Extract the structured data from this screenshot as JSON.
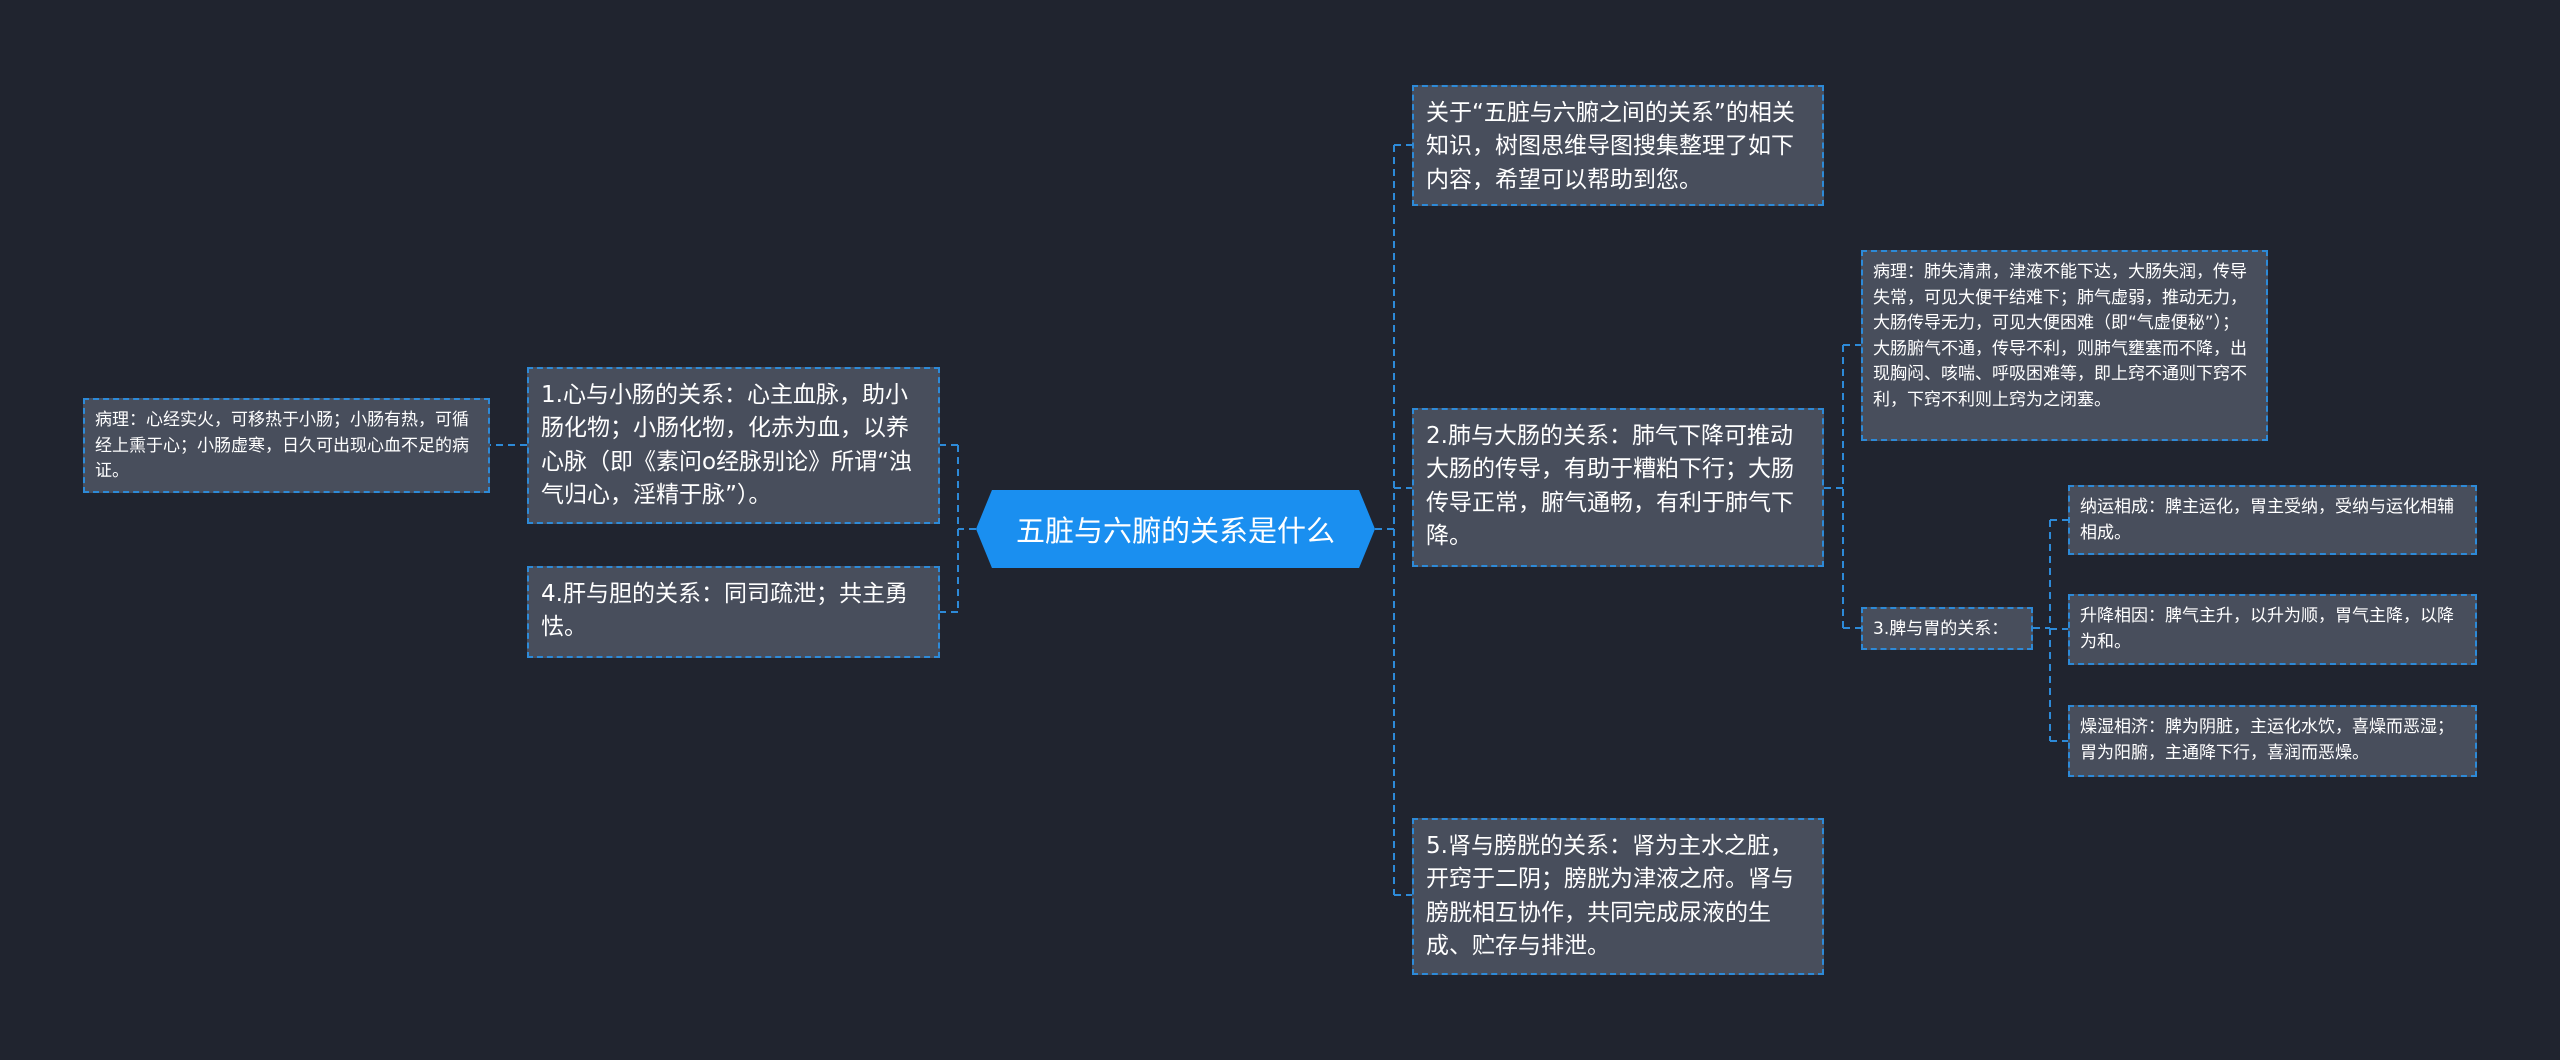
{
  "root": {
    "title": "五脏与六腑的关系是什么"
  },
  "intro": "关于“五脏与六腑之间的关系”的相关知识，树图思维导图搜集整理了如下内容，希望可以帮助到您。",
  "right": {
    "lung": {
      "title": "2.肺与大肠的关系：肺气下降可推动大肠的传导，有助于糟粕下行；大肠传导正常，腑气通畅，有利于肺气下降。",
      "pathology": "病理：肺失清肃，津液不能下达，大肠失润，传导失常，可见大便干结难下；肺气虚弱，推动无力，大肠传导无力，可见大便困难（即“气虚便秘”）；大肠腑气不通，传导不利，则肺气壅塞而不降，出现胸闷、咳喘、呼吸困难等，即上窍不通则下窍不利，下窍不利则上窍为之闭塞。"
    },
    "spleen": {
      "title": "3.脾与胃的关系：",
      "items": [
        "纳运相成：脾主运化，胃主受纳，受纳与运化相辅相成。",
        "升降相因：脾气主升，以升为顺，胃气主降，以降为和。",
        "燥湿相济：脾为阴脏，主运化水饮，喜燥而恶湿；胃为阳腑，主通降下行，喜润而恶燥。"
      ]
    },
    "kidney": {
      "title": "5.肾与膀胱的关系：肾为主水之脏，开窍于二阴；膀胱为津液之府。肾与膀胱相互协作，共同完成尿液的生成、贮存与排泄。"
    }
  },
  "left": {
    "heart": {
      "title": "1.心与小肠的关系：心主血脉，助小肠化物；小肠化物，化赤为血，以养心脉（即《素问o经脉别论》所谓“浊气归心，淫精于脉”）。",
      "pathology": "病理：心经实火，可移热于小肠；小肠有热，可循经上熏于心；小肠虚寒，日久可出现心血不足的病证。"
    },
    "liver": {
      "title": "4.肝与胆的关系：同司疏泄；共主勇怯。"
    }
  },
  "colors": {
    "background": "#20242f",
    "node": "#484e5c",
    "border": "#2d8ad8",
    "root": "#1a8ff0"
  }
}
